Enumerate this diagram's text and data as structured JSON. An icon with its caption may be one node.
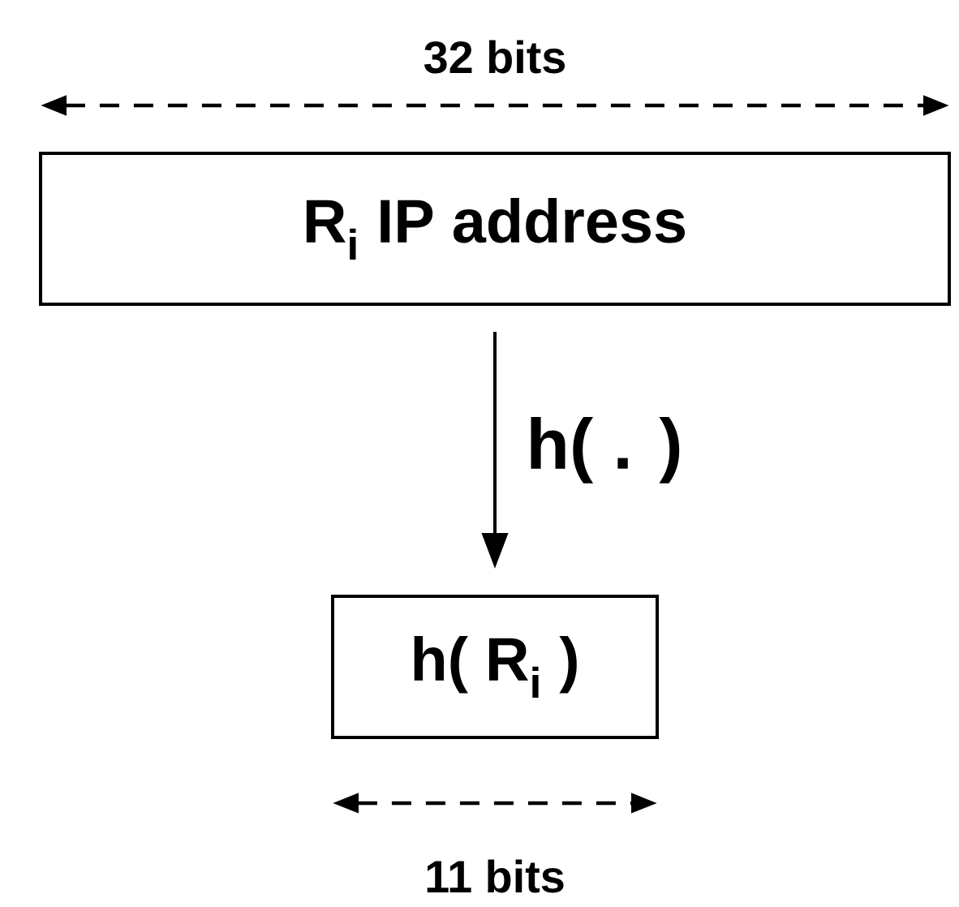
{
  "diagram": {
    "nodes": [
      {
        "text": [
          "R$_{i}$ IP address"
        ]
      },
      {
        "text": [
          "h( R$_{i}$ )"
        ]
      }
    ],
    "edges": [
      {
        "from": 0,
        "to": 1,
        "arrow": "to",
        "label": "h( . )"
      }
    ],
    "labels": [
      "32 bits",
      "11 bits"
    ]
  }
}
